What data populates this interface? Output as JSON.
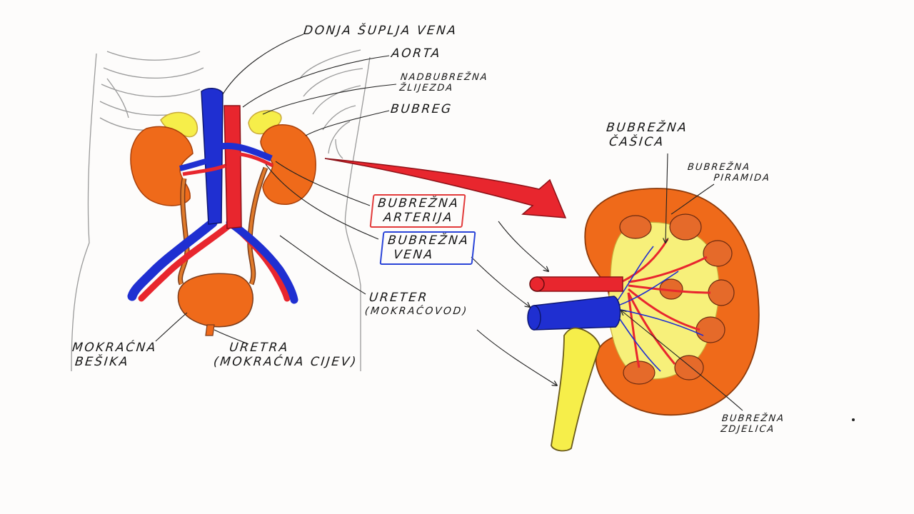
{
  "labels": {
    "inferior_vena_cava": "DONJA ŠUPLJA VENA",
    "aorta": "AORTA",
    "adrenal_line1": "NADBUBREŽNA",
    "adrenal_line2": "ŽLIJEZDA",
    "kidney": "BUBREG",
    "renal_artery_line1": "BUBREŽNA",
    "renal_artery_line2": "ARTERIJA",
    "renal_vein_line1": "BUBREŽNA",
    "renal_vein_line2": "VENA",
    "ureter_line1": "URETER",
    "ureter_line2": "(MOKRAĆOVOD)",
    "bladder_line1": "MOKRAĆNA",
    "bladder_line2": "BEŠIKA",
    "urethra_line1": "URETRA",
    "urethra_line2": "(MOKRAĆNA CIJEV)",
    "calyx_line1": "BUBREŽNA",
    "calyx_line2": "ČAŠICA",
    "pyramid_line1": "BUBREŽNA",
    "pyramid_line2": "PIRAMIDA",
    "pelvis_line1": "BUBREŽNA",
    "pelvis_line2": "ZDJELICA"
  },
  "colors": {
    "artery": "#e8262e",
    "vein": "#1f2fd1",
    "kidney": "#ef6a1a",
    "adrenal": "#f6ee4a",
    "ink": "#161616",
    "box_red": "#e23a3a",
    "box_blue": "#2a44d8"
  }
}
